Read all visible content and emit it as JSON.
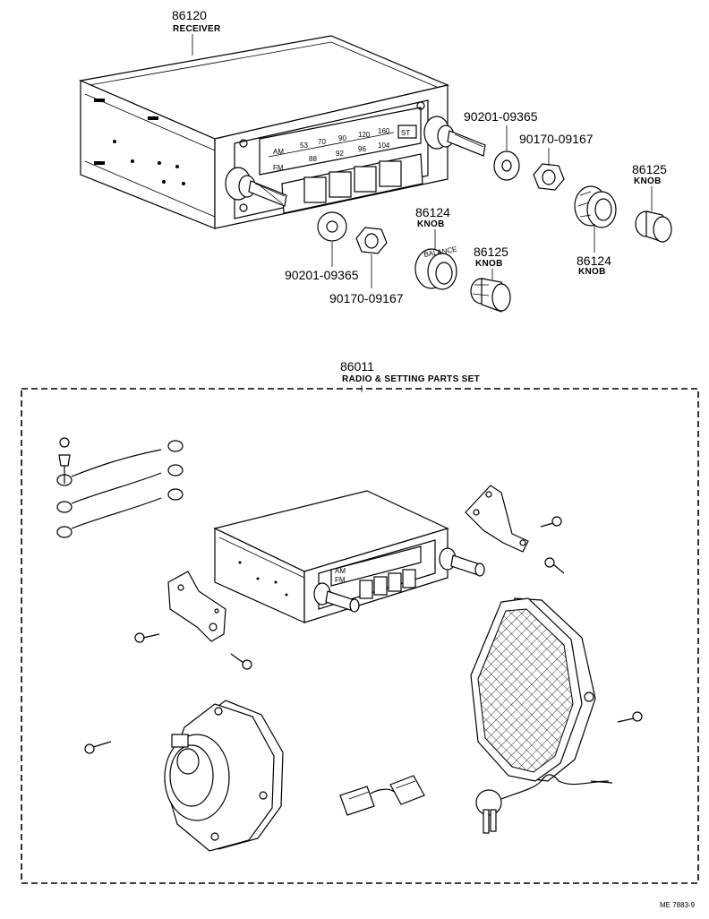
{
  "receiver": {
    "part_number": "86120",
    "name": "RECEIVER"
  },
  "washer_right": {
    "part_number": "90201-09365"
  },
  "nut_right": {
    "part_number": "90170-09167"
  },
  "knob_large_right": {
    "part_number": "86125",
    "name": "KNOB"
  },
  "knob_ring_left": {
    "part_number": "86124",
    "name": "KNOB"
  },
  "knob_small_left": {
    "part_number": "86125",
    "name": "KNOB"
  },
  "knob_ring_right": {
    "part_number": "86124",
    "name": "KNOB"
  },
  "washer_left": {
    "part_number": "90201-09365"
  },
  "nut_left": {
    "part_number": "90170-09167"
  },
  "parts_set": {
    "part_number": "86011",
    "name": "RADIO & SETTING PARTS SET"
  },
  "dial": {
    "am": "AM",
    "fm": "FM",
    "st": "ST",
    "am_small": "AM",
    "fm_small": "FM"
  },
  "knob_ring_text": "BALANCE",
  "footer_code": "ME 7883-9"
}
